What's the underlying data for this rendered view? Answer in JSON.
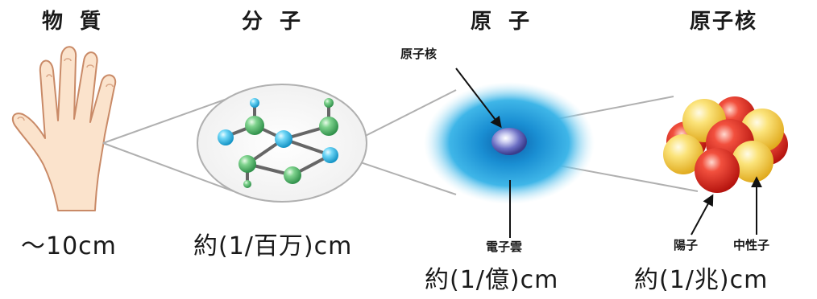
{
  "columns": {
    "matter": {
      "title": "物 質",
      "size": "〜10cm"
    },
    "molecule": {
      "title": "分 子",
      "size": "約(1/百万)cm"
    },
    "atom": {
      "title": "原 子",
      "size": "約(1/億)cm"
    },
    "nucleus": {
      "title": "原子核",
      "size": "約(1/兆)cm"
    }
  },
  "labels": {
    "atom_nucleus": "原子核",
    "electron_cloud": "電子雲",
    "proton": "陽子",
    "neutron": "中性子"
  },
  "colors": {
    "skin": "#fbe3cc",
    "skin_outline": "#c98a67",
    "molecule_green": "#4fbf6a",
    "molecule_cyan": "#34c3ee",
    "electron_cloud": "#1fa1dc",
    "nucleus_core": "#6c6fc4",
    "proton_red": "#e8261f",
    "neutron_yellow": "#f8d44a",
    "connector_gray": "#b0b0b0"
  }
}
